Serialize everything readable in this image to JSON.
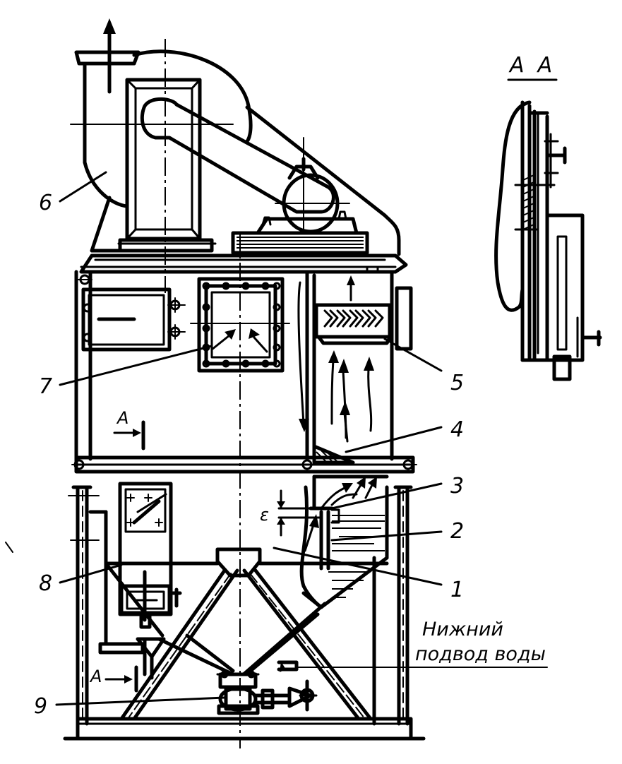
{
  "figure": {
    "callouts": [
      {
        "id": "label-1",
        "text": "1"
      },
      {
        "id": "label-2",
        "text": "2"
      },
      {
        "id": "label-3",
        "text": "3"
      },
      {
        "id": "label-4",
        "text": "4"
      },
      {
        "id": "label-5",
        "text": "5"
      },
      {
        "id": "label-6",
        "text": "6"
      },
      {
        "id": "label-7",
        "text": "7"
      },
      {
        "id": "label-8",
        "text": "8"
      },
      {
        "id": "label-9",
        "text": "9"
      }
    ],
    "section_title": "A  A",
    "section_mark_top": "A",
    "section_mark_bottom": "A",
    "gap_symbol": "ε",
    "water_note_line1": "Нижний",
    "water_note_line2": "подвод воды"
  }
}
